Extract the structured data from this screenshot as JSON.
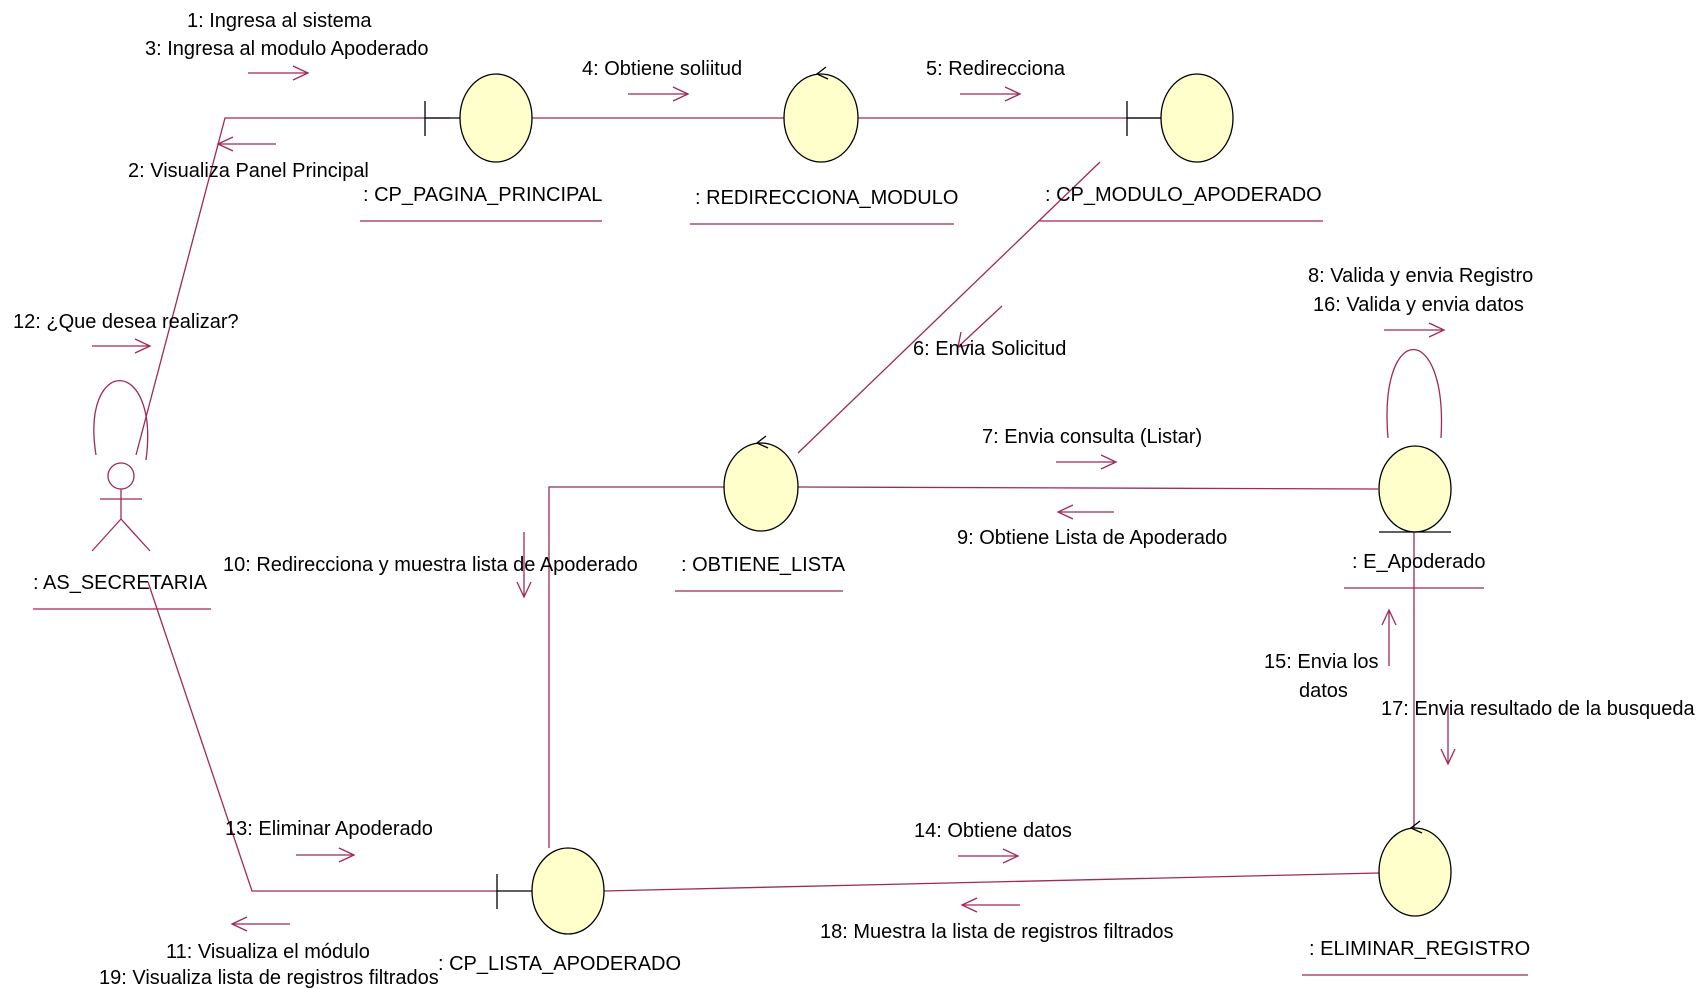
{
  "colors": {
    "line": "#A0285A",
    "object_fill": "#FFFFCC",
    "object_stroke": "#000000",
    "text": "#000000"
  },
  "objects": [
    {
      "id": "secretaria",
      "kind": "actor",
      "label": ": AS_SECRETARIA"
    },
    {
      "id": "pagina_principal",
      "kind": "boundary",
      "label": ": CP_PAGINA_PRINCIPAL"
    },
    {
      "id": "redirecciona_modulo",
      "kind": "control",
      "label": ": REDIRECCIONA_MODULO"
    },
    {
      "id": "modulo_apoderado",
      "kind": "boundary",
      "label": ": CP_MODULO_APODERADO"
    },
    {
      "id": "obtiene_lista",
      "kind": "control",
      "label": ": OBTIENE_LISTA"
    },
    {
      "id": "e_apoderado",
      "kind": "entity",
      "label": ": E_Apoderado"
    },
    {
      "id": "lista_apoderado",
      "kind": "boundary",
      "label": ": CP_LISTA_APODERADO"
    },
    {
      "id": "eliminar_registro",
      "kind": "control",
      "label": ": ELIMINAR_REGISTRO"
    }
  ],
  "messages": [
    {
      "id": "m1",
      "text": "1: Ingresa al sistema"
    },
    {
      "id": "m3",
      "text": "3: Ingresa al modulo Apoderado"
    },
    {
      "id": "m2",
      "text": "2: Visualiza Panel Principal"
    },
    {
      "id": "m4",
      "text": "4: Obtiene soliitud"
    },
    {
      "id": "m5",
      "text": "5: Redirecciona"
    },
    {
      "id": "m6",
      "text": "6: Envia Solicitud"
    },
    {
      "id": "m7",
      "text": "7: Envia consulta (Listar)"
    },
    {
      "id": "m8",
      "text": "8: Valida y envia Registro"
    },
    {
      "id": "m16",
      "text": "16: Valida y envia datos"
    },
    {
      "id": "m9",
      "text": "9: Obtiene Lista de Apoderado"
    },
    {
      "id": "m10",
      "text": "10: Redirecciona y muestra lista de Apoderado"
    },
    {
      "id": "m12",
      "text": "12: ¿Que desea realizar?"
    },
    {
      "id": "m13",
      "text": "13: Eliminar Apoderado"
    },
    {
      "id": "m14",
      "text": "14: Obtiene datos"
    },
    {
      "id": "m15a",
      "text": "15: Envia los"
    },
    {
      "id": "m15b",
      "text": "datos"
    },
    {
      "id": "m17",
      "text": "17: Envia resultado de la busqueda"
    },
    {
      "id": "m18",
      "text": "18: Muestra la lista de registros filtrados"
    },
    {
      "id": "m11",
      "text": "11: Visualiza el módulo"
    },
    {
      "id": "m19",
      "text": "19: Visualiza lista de registros filtrados"
    }
  ]
}
